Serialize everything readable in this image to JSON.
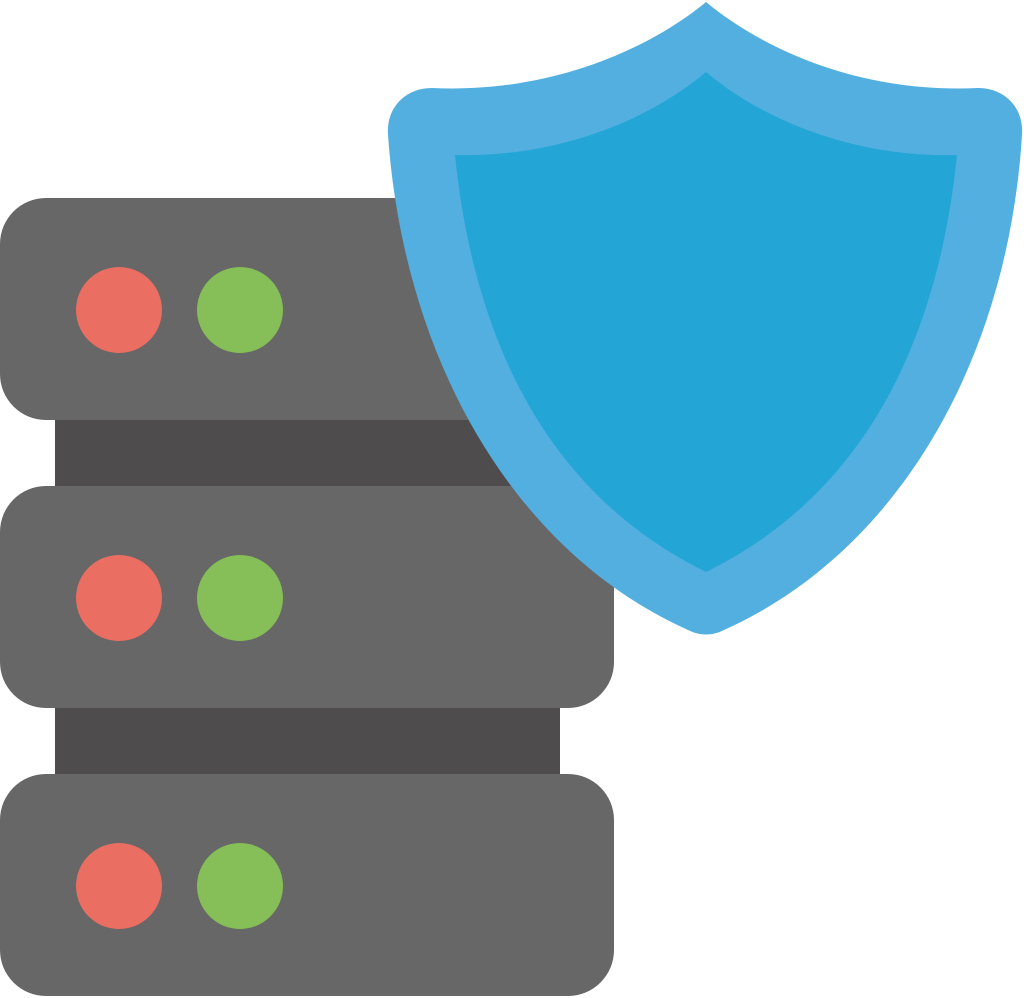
{
  "icon": {
    "name": "server-security-icon",
    "components": {
      "server_rack": {
        "unit_count": 3,
        "units": [
          {
            "indicators": [
              "red-status-light",
              "green-status-light"
            ]
          },
          {
            "indicators": [
              "red-status-light",
              "green-status-light"
            ]
          },
          {
            "indicators": [
              "red-status-light",
              "green-status-light"
            ]
          }
        ]
      },
      "shield": {
        "name": "shield-icon"
      }
    },
    "colors": {
      "server_body": "#666766",
      "server_connector": "#4E4C4D",
      "red_light": "#EB6E63",
      "green_light": "#86BE57",
      "shield_outer": "#52AFE0",
      "shield_inner": "#23A6D5",
      "background": "#FFFFFF"
    }
  }
}
